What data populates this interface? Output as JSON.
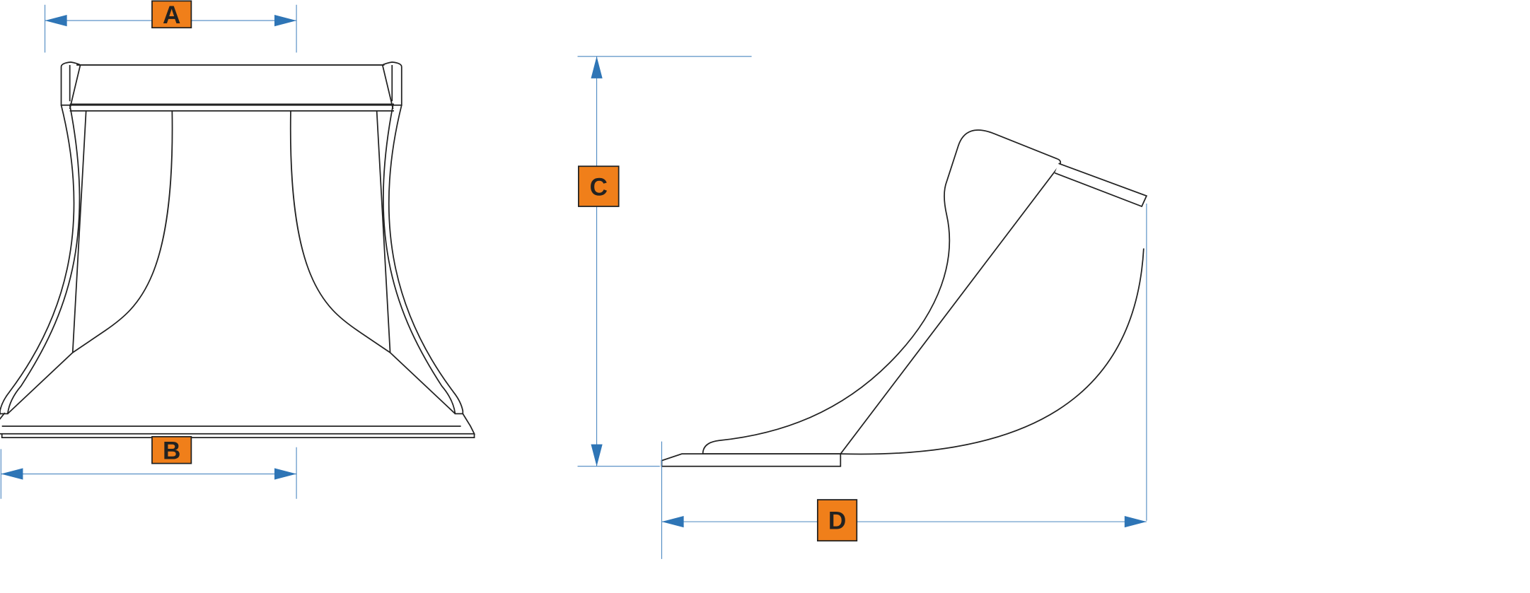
{
  "colors": {
    "label_fill": "#f07f1a",
    "dimension": "#2e75b6",
    "outline": "#222222"
  },
  "dimensions": {
    "a": {
      "label": "A"
    },
    "b": {
      "label": "B"
    },
    "c": {
      "label": "C"
    },
    "d": {
      "label": "D"
    }
  }
}
